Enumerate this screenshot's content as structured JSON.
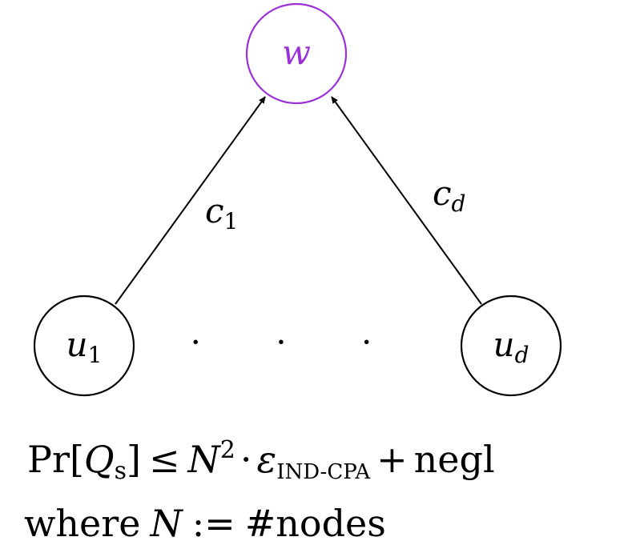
{
  "nodes": {
    "top": {
      "base": "w",
      "sub": "",
      "color": "#9b30d9"
    },
    "left": {
      "base": "u",
      "sub": "1",
      "color": "#000000"
    },
    "right": {
      "base": "u",
      "sub": "d",
      "color": "#000000"
    }
  },
  "edges": {
    "left": {
      "base": "c",
      "sub": "1"
    },
    "right": {
      "base": "c",
      "sub": "d"
    }
  },
  "dots": "· · ·",
  "formula": {
    "pr": "Pr",
    "lbr": "[",
    "q": "Q",
    "q_sub": "s",
    "rbr": "]",
    "leq": "≤",
    "n": "N",
    "n_sup": "2",
    "cdot": "·",
    "eps": "ε",
    "eps_sub": "IND-CPA",
    "plus": "+",
    "negl": "negl"
  },
  "where_line": {
    "where": "where",
    "n": "N",
    "defeq": ":=",
    "nodes": "#nodes"
  }
}
